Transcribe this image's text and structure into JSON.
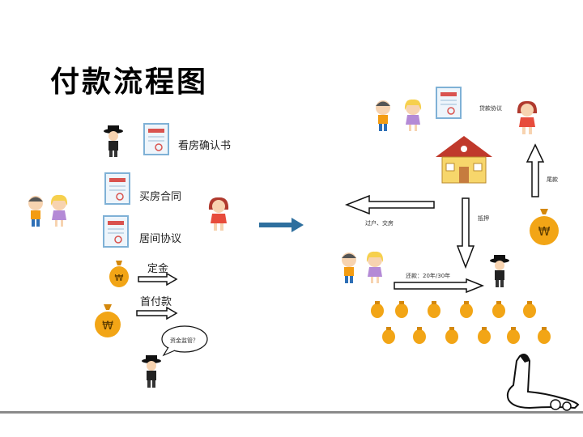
{
  "title": "付款流程图",
  "left": {
    "view_house": "看房确认书",
    "purchase_contract": "买房合同",
    "agency_agreement": "居间协议",
    "deposit": "定金",
    "down_payment": "首付款",
    "speech_bubble": "资金监管？"
  },
  "right": {
    "loan_agreement": "贷款协议",
    "final_payment": "尾款",
    "transfer": "过户、交房",
    "mortgage": "抵押",
    "repayment": "还款：20年/30年"
  },
  "colors": {
    "blue_arrow": "#2e6f9e",
    "money_bag": "#f2a516",
    "roof": "#c0392b",
    "house_wall": "#f7d66b"
  },
  "icons": [
    "document-icon",
    "money-bag-icon",
    "house-icon",
    "person-icon",
    "arrow-icon"
  ]
}
